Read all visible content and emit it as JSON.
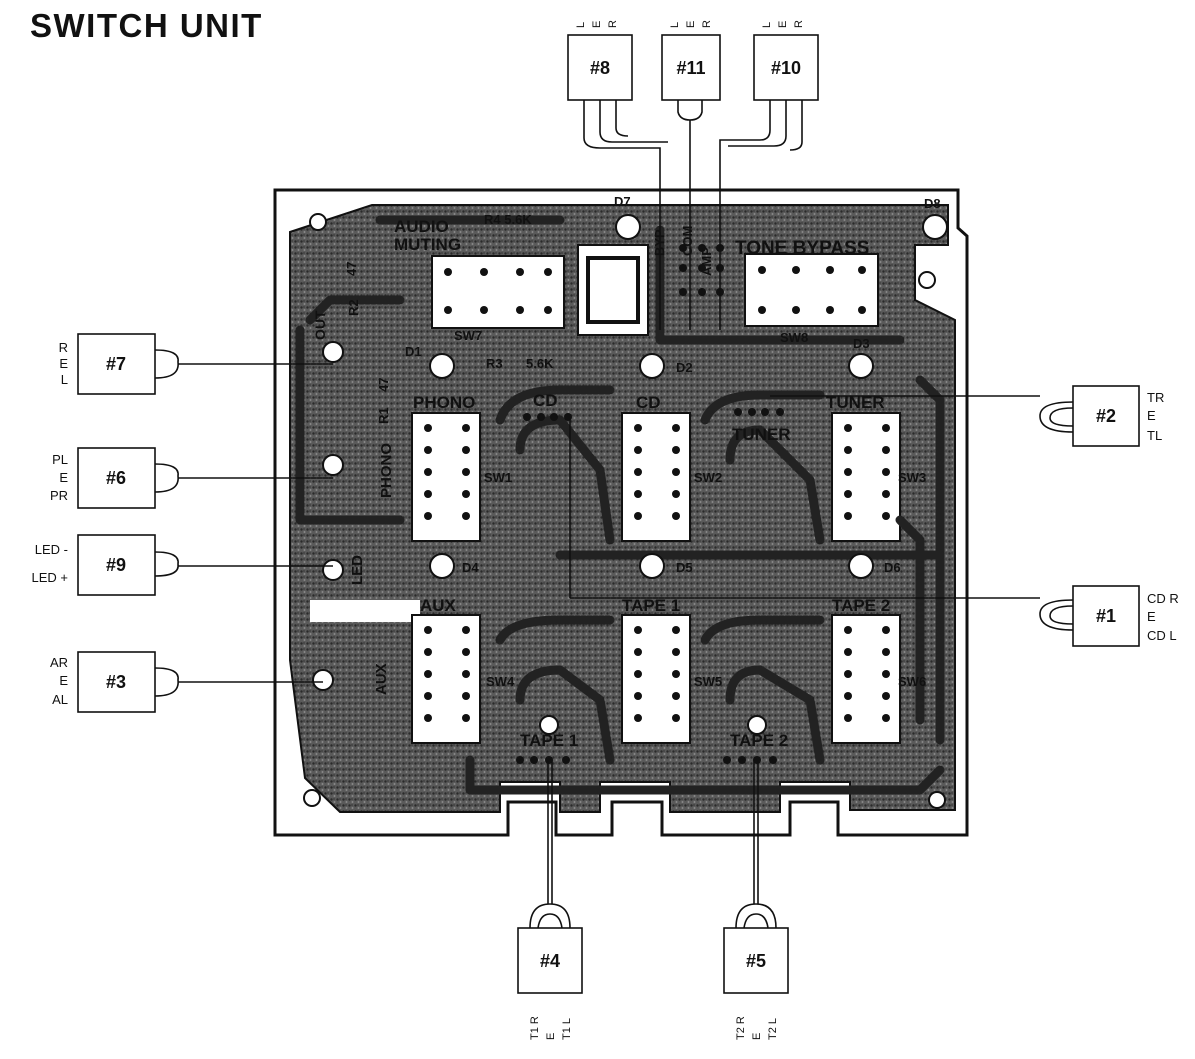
{
  "title": "SWITCH UNIT",
  "connectors": {
    "c1": {
      "label": "#1",
      "pins": [
        "CD R",
        "E",
        "CD L"
      ]
    },
    "c2": {
      "label": "#2",
      "pins": [
        "TR",
        "E",
        "TL"
      ]
    },
    "c3": {
      "label": "#3",
      "pins": [
        "AR",
        "E",
        "AL"
      ]
    },
    "c4": {
      "label": "#4",
      "pins": [
        "T1 R",
        "E",
        "T1 L"
      ]
    },
    "c5": {
      "label": "#5",
      "pins": [
        "T2 R",
        "E",
        "T2 L"
      ]
    },
    "c6": {
      "label": "#6",
      "pins": [
        "PL",
        "E",
        "PR"
      ]
    },
    "c7": {
      "label": "#7",
      "pins": [
        "R",
        "E",
        "L"
      ]
    },
    "c8": {
      "label": "#8",
      "pins": [
        "L",
        "E",
        "R"
      ]
    },
    "c9": {
      "label": "#9",
      "pins": [
        "LED -",
        "LED +"
      ]
    },
    "c10": {
      "label": "#10",
      "pins": [
        "L",
        "E",
        "R"
      ]
    },
    "c11": {
      "label": "#11",
      "pins": [
        "L",
        "E",
        "R"
      ]
    }
  },
  "board": {
    "audio_muting_1": "AUDIO",
    "audio_muting_2": "MUTING",
    "tone_bypass": "TONE BYPASS",
    "phono": "PHONO",
    "cd": "CD",
    "cd_input": "CD",
    "tuner": "TUNER",
    "tuner_input": "TUNER",
    "aux": "AUX",
    "tape1": "TAPE 1",
    "tape1_jack": "TAPE 1",
    "tape2": "TAPE 2",
    "tape2_jack": "TAPE 2",
    "phono_input": "PHONO",
    "aux_input": "AUX",
    "led_input": "LED",
    "out": "OUT",
    "r4": "R4 5.6K",
    "r3": "R3",
    "r3_val": "5.6K",
    "r2": "R2",
    "r1": "R1",
    "r47a": "47",
    "r47b": "47",
    "byp": "BYP",
    "com": "COM",
    "amp": "AMP",
    "sw1": "SW1",
    "sw2": "SW2",
    "sw3": "SW3",
    "sw4": "SW4",
    "sw5": "SW5",
    "sw6": "SW6",
    "sw7": "SW7",
    "sw8": "SW8",
    "d1": "D1",
    "d2": "D2",
    "d3": "D3",
    "d4": "D4",
    "d5": "D5",
    "d6": "D6",
    "d7": "D7",
    "d8": "D8"
  }
}
